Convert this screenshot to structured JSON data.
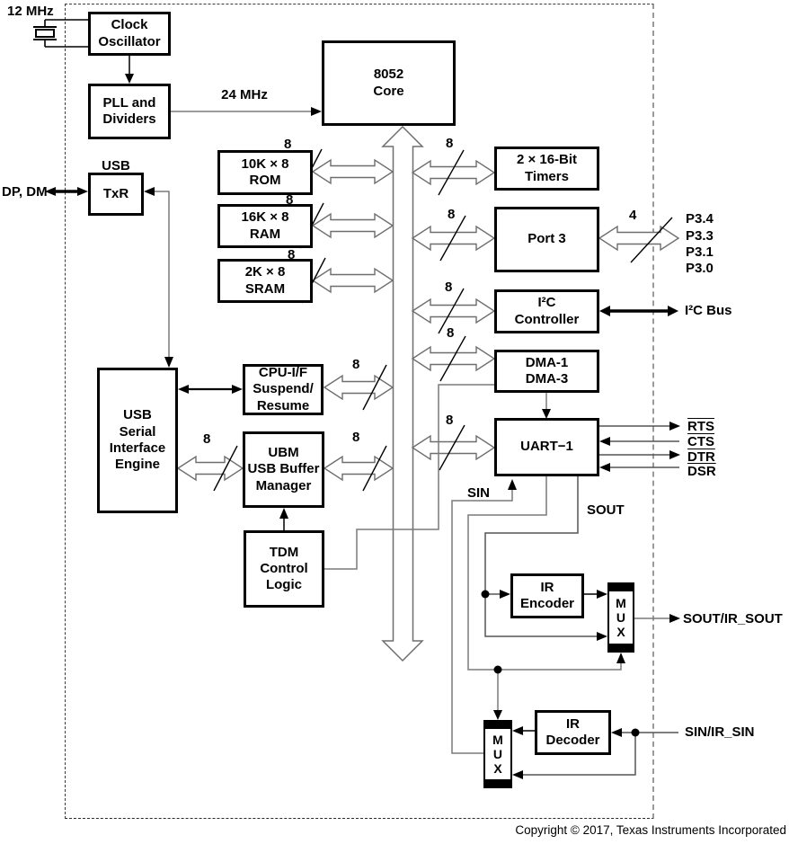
{
  "blocks": {
    "clock_oscillator": "Clock\nOscillator",
    "pll_dividers": "PLL and\nDividers",
    "core_8052": "8052\nCore",
    "rom": "10K × 8\nROM",
    "ram": "16K × 8\nRAM",
    "sram": "2K × 8\nSRAM",
    "timers": "2 × 16-Bit\nTimers",
    "port3": "Port 3",
    "i2c_controller": "I²C\nController",
    "dma": "DMA-1\nDMA-3",
    "uart1": "UART−1",
    "usb_label": "USB",
    "usb_txr": "TxR",
    "sie": "USB\nSerial\nInterface\nEngine",
    "cpu_if": "CPU-I/F\nSuspend/\nResume",
    "ubm": "UBM\nUSB Buffer\nManager",
    "tdm": "TDM\nControl\nLogic",
    "ir_encoder": "IR\nEncoder",
    "mux1": "M\nU\nX",
    "ir_decoder": "IR\nDecoder",
    "mux2": "M\nU\nX"
  },
  "signals": {
    "clock_in": "12 MHz",
    "clock_24": "24 MHz",
    "dp_dm": "DP, DM",
    "rts": "RTS",
    "cts": "CTS",
    "dtr": "DTR",
    "dsr": "DSR",
    "p3_pins": [
      "P3.4",
      "P3.3",
      "P3.1",
      "P3.0"
    ],
    "i2c_bus": "I²C Bus",
    "sin": "SIN",
    "sout": "SOUT",
    "sout_ir": "SOUT/IR_SOUT",
    "sin_ir": "SIN/IR_SIN"
  },
  "bus_widths": {
    "rom": "8",
    "ram": "8",
    "sram": "8",
    "cpu_if": "8",
    "sie_ubm": "8",
    "ubm": "8",
    "timers": "8",
    "port3": "8",
    "i2c": "8",
    "dma": "8",
    "uart": "8",
    "port3_pins": "4"
  },
  "footer": {
    "copyright": "Copyright © 2017, Texas Instruments Incorporated"
  },
  "colors": {
    "line_gray": "#7a7a7a",
    "line_dark": "#555555",
    "bus_outline": "#6e6e6e",
    "black": "#000000"
  }
}
